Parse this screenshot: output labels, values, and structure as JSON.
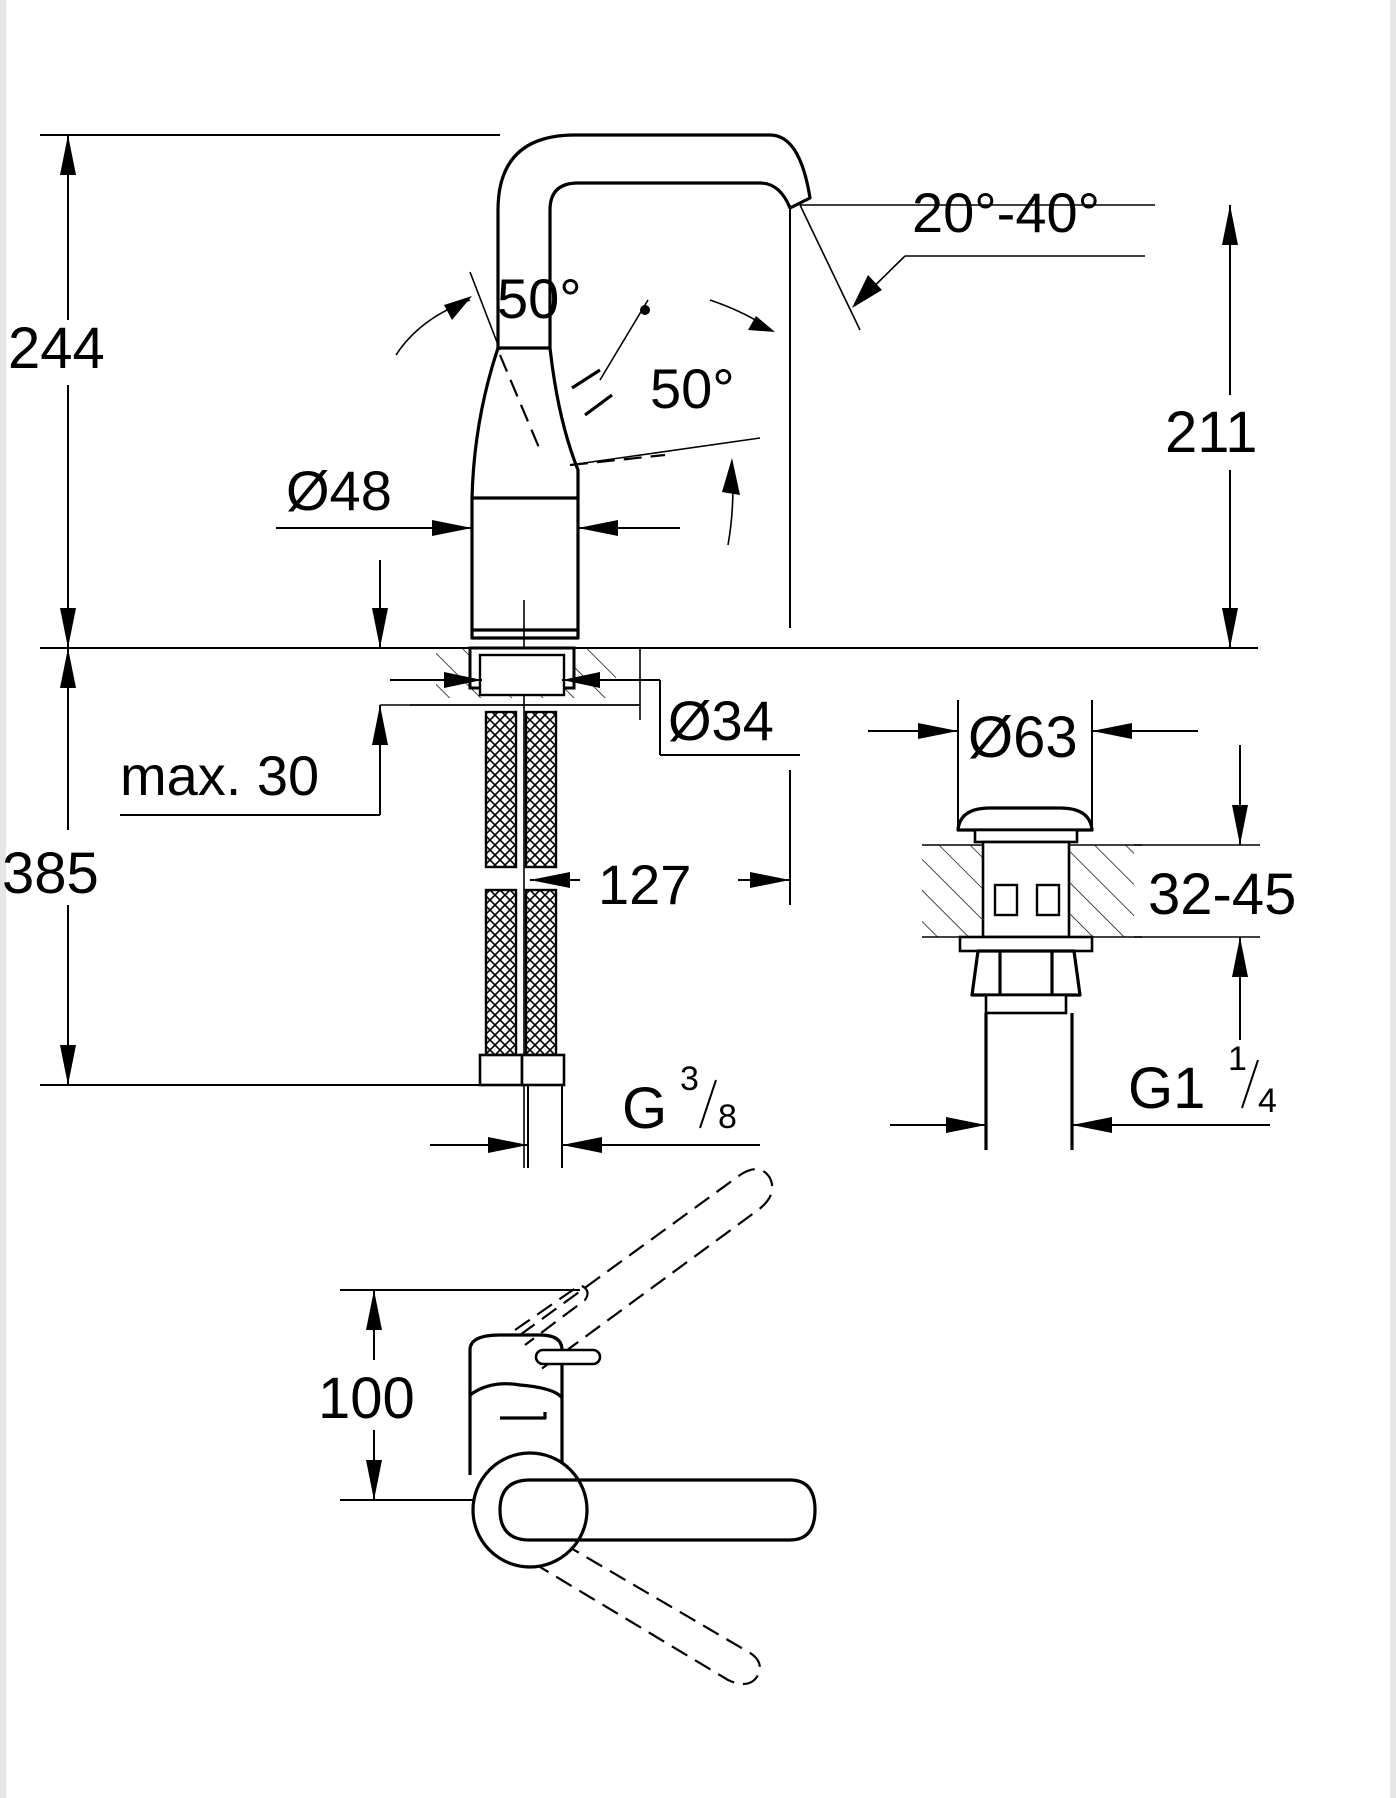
{
  "dimensions": {
    "height_spout": "244",
    "height_under_counter": "385",
    "spout_height": "211",
    "spout_angle": "20°-40°",
    "lever_angle_top": "50°",
    "lever_angle_side": "50°",
    "body_diameter": "Ø48",
    "hole_diameter": "Ø34",
    "counter_thickness": "max. 30",
    "reach": "127",
    "hose_thread": "G",
    "hose_thread_fraction_num": "3",
    "hose_thread_fraction_den": "8",
    "waste_diameter": "Ø63",
    "waste_counter_thickness": "32-45",
    "waste_thread": "G1",
    "waste_thread_fraction_num": "1",
    "waste_thread_fraction_den": "4",
    "plan_depth": "100"
  },
  "colors": {
    "line": "#000000",
    "background": "#ffffff",
    "edge": "#e6e6e6"
  }
}
